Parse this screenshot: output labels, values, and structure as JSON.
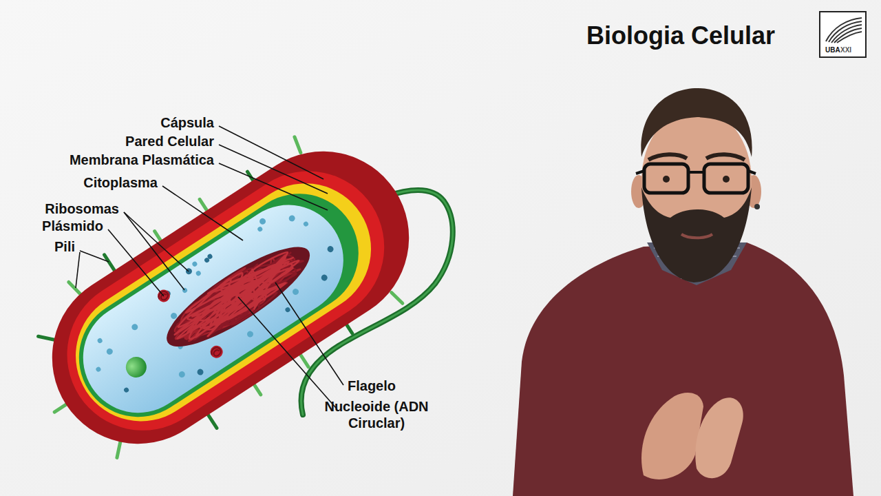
{
  "diagram": {
    "title": "Biologia Celular",
    "labels": [
      "Cápsula",
      "Pared Celular",
      "Membrana Plasmática",
      "Citoplasma",
      "Ribosomas",
      "Plásmido",
      "Pili",
      "Flagelo",
      "Nucleoide (ADN Ciruclar)",
      "UBA",
      "XXI"
    ]
  }
}
